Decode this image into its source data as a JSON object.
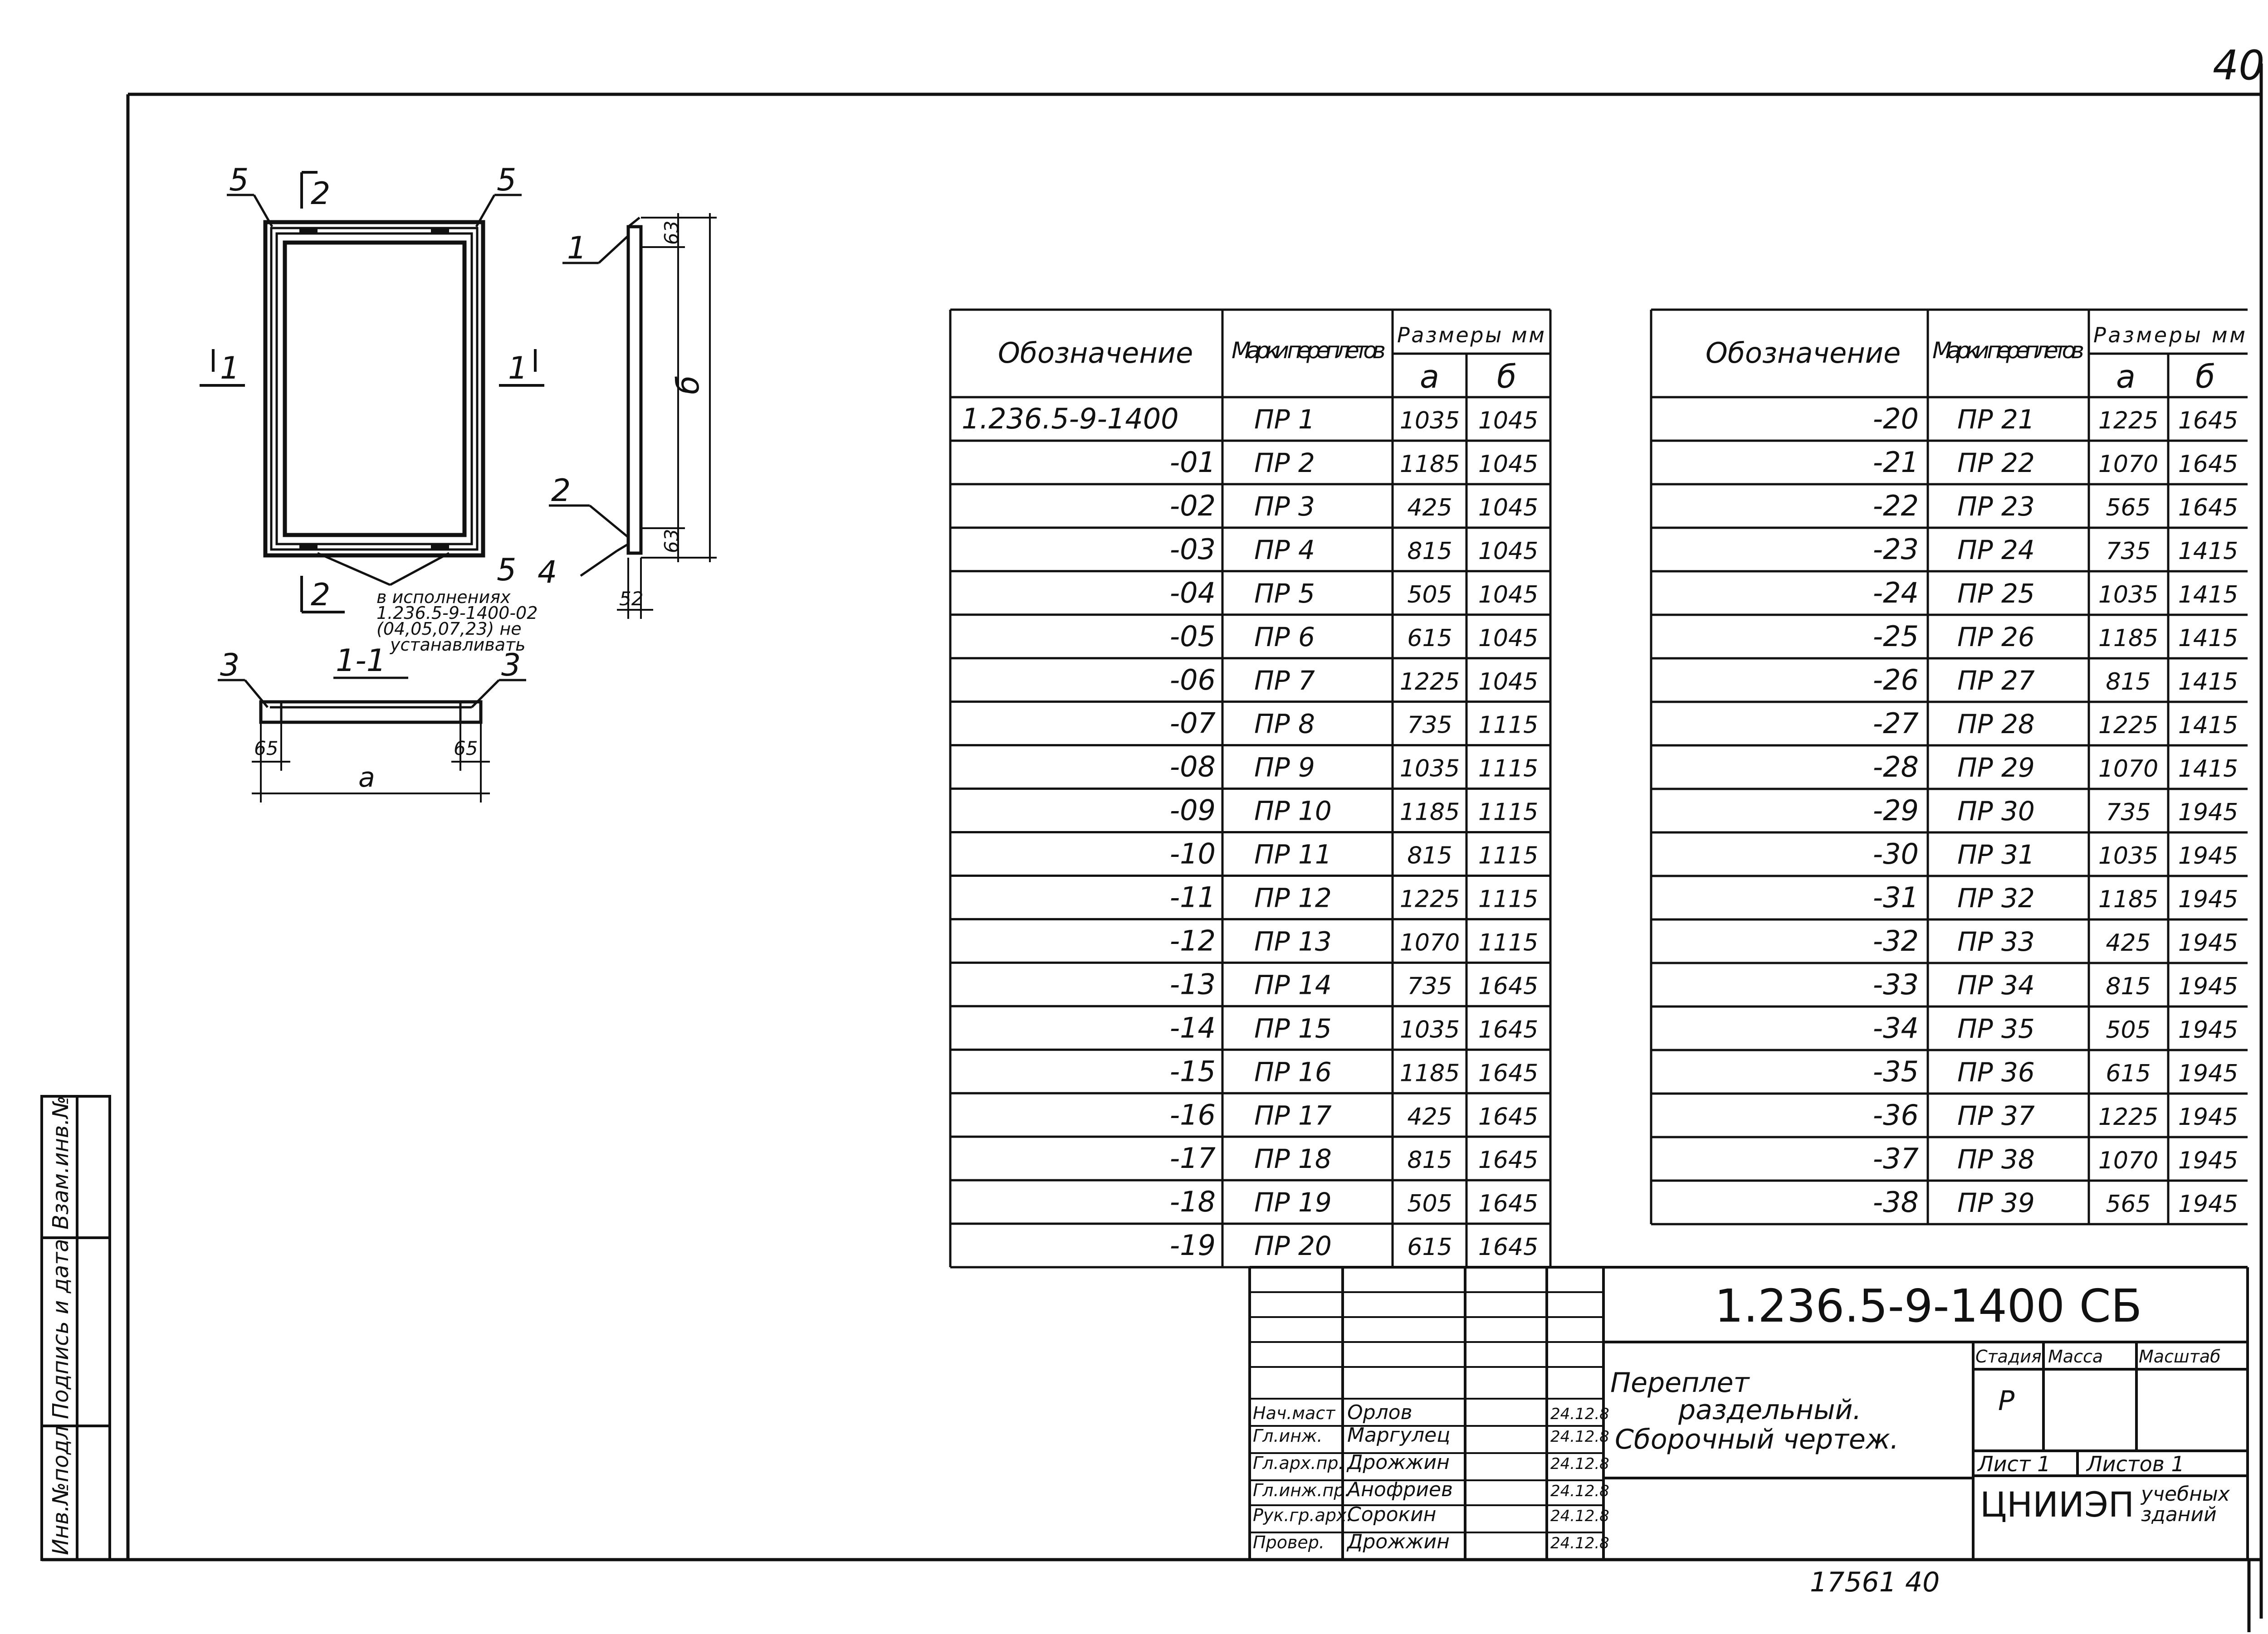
{
  "sheet_corner_number": "40",
  "left_stamp": {
    "labels": [
      "Инв.№подл",
      "Подпись и дата",
      "Взам.инв.№"
    ]
  },
  "drawing": {
    "marks": {
      "m1_left": "1",
      "m1_right": "1",
      "m2_top": "2",
      "m2_bottom": "2",
      "m5_left": "5",
      "m5_right": "5",
      "m5_bottom": "5",
      "m4": "4",
      "m1_side": "1",
      "m2_side": "2",
      "m3_left": "3",
      "m3_right": "3"
    },
    "dims": {
      "d63_top": "63",
      "d63_bottom": "63",
      "d52": "52",
      "d65_left": "65",
      "d65_right": "65",
      "dim_a": "а",
      "dim_b": "б"
    },
    "section_title": "1-1",
    "note_lines": [
      "в исполнениях",
      "1.236.5-9-1400-02",
      "(04,05,07,23) не",
      "устанавливать"
    ]
  },
  "table_left": {
    "headers": {
      "designation": "Обозначение",
      "marks": "Марки переплетов",
      "sizes": "Размеры мм",
      "a": "а",
      "b": "б"
    },
    "rows": [
      [
        "1.236.5-9-1400",
        "ПР 1",
        "1035",
        "1045"
      ],
      [
        "-01",
        "ПР 2",
        "1185",
        "1045"
      ],
      [
        "-02",
        "ПР 3",
        "425",
        "1045"
      ],
      [
        "-03",
        "ПР 4",
        "815",
        "1045"
      ],
      [
        "-04",
        "ПР 5",
        "505",
        "1045"
      ],
      [
        "-05",
        "ПР 6",
        "615",
        "1045"
      ],
      [
        "-06",
        "ПР 7",
        "1225",
        "1045"
      ],
      [
        "-07",
        "ПР 8",
        "735",
        "1115"
      ],
      [
        "-08",
        "ПР 9",
        "1035",
        "1115"
      ],
      [
        "-09",
        "ПР 10",
        "1185",
        "1115"
      ],
      [
        "-10",
        "ПР 11",
        "815",
        "1115"
      ],
      [
        "-11",
        "ПР 12",
        "1225",
        "1115"
      ],
      [
        "-12",
        "ПР 13",
        "1070",
        "1115"
      ],
      [
        "-13",
        "ПР 14",
        "735",
        "1645"
      ],
      [
        "-14",
        "ПР 15",
        "1035",
        "1645"
      ],
      [
        "-15",
        "ПР 16",
        "1185",
        "1645"
      ],
      [
        "-16",
        "ПР 17",
        "425",
        "1645"
      ],
      [
        "-17",
        "ПР 18",
        "815",
        "1645"
      ],
      [
        "-18",
        "ПР 19",
        "505",
        "1645"
      ],
      [
        "-19",
        "ПР 20",
        "615",
        "1645"
      ]
    ]
  },
  "table_right": {
    "headers": {
      "designation": "Обозначение",
      "marks": "Марки переплетов",
      "sizes": "Размеры мм",
      "a": "а",
      "b": "б"
    },
    "rows": [
      [
        "-20",
        "ПР 21",
        "1225",
        "1645"
      ],
      [
        "-21",
        "ПР 22",
        "1070",
        "1645"
      ],
      [
        "-22",
        "ПР 23",
        "565",
        "1645"
      ],
      [
        "-23",
        "ПР 24",
        "735",
        "1415"
      ],
      [
        "-24",
        "ПР 25",
        "1035",
        "1415"
      ],
      [
        "-25",
        "ПР 26",
        "1185",
        "1415"
      ],
      [
        "-26",
        "ПР 27",
        "815",
        "1415"
      ],
      [
        "-27",
        "ПР 28",
        "1225",
        "1415"
      ],
      [
        "-28",
        "ПР 29",
        "1070",
        "1415"
      ],
      [
        "-29",
        "ПР 30",
        "735",
        "1945"
      ],
      [
        "-30",
        "ПР 31",
        "1035",
        "1945"
      ],
      [
        "-31",
        "ПР 32",
        "1185",
        "1945"
      ],
      [
        "-32",
        "ПР 33",
        "425",
        "1945"
      ],
      [
        "-33",
        "ПР 34",
        "815",
        "1945"
      ],
      [
        "-34",
        "ПР 35",
        "505",
        "1945"
      ],
      [
        "-35",
        "ПР 36",
        "615",
        "1945"
      ],
      [
        "-36",
        "ПР 37",
        "1225",
        "1945"
      ],
      [
        "-37",
        "ПР 38",
        "1070",
        "1945"
      ],
      [
        "-38",
        "ПР 39",
        "565",
        "1945"
      ]
    ]
  },
  "title_block": {
    "document_code": "1.236.5-9-1400 СБ",
    "title_lines": [
      "Переплет",
      "раздельный.",
      "Сборочный чертеж."
    ],
    "col_stage": "Стадия",
    "col_mass": "Масса",
    "col_scale": "Масштаб",
    "stage_value": "Р",
    "sheet_label": "Лист 1",
    "sheets_label": "Листов 1",
    "org_name": "ЦНИИЭП",
    "org_sub1": "учебных",
    "org_sub2": "зданий",
    "signatures": [
      {
        "role": "Нач.маст",
        "name": "Орлов",
        "date": "24.12.8"
      },
      {
        "role": "Гл.инж.",
        "name": "Маргулец",
        "date": "24.12.8"
      },
      {
        "role": "Гл.арх.пр.",
        "name": "Дрожжин",
        "date": "24.12.8"
      },
      {
        "role": "Гл.инж.пр.",
        "name": "Анофриев",
        "date": "24.12.8"
      },
      {
        "role": "Рук.гр.арх.",
        "name": "Сорокин",
        "date": "24.12.8"
      },
      {
        "role": "Провер.",
        "name": "Дрожжин",
        "date": "24.12.8"
      }
    ]
  },
  "footer_number": "17561 40"
}
